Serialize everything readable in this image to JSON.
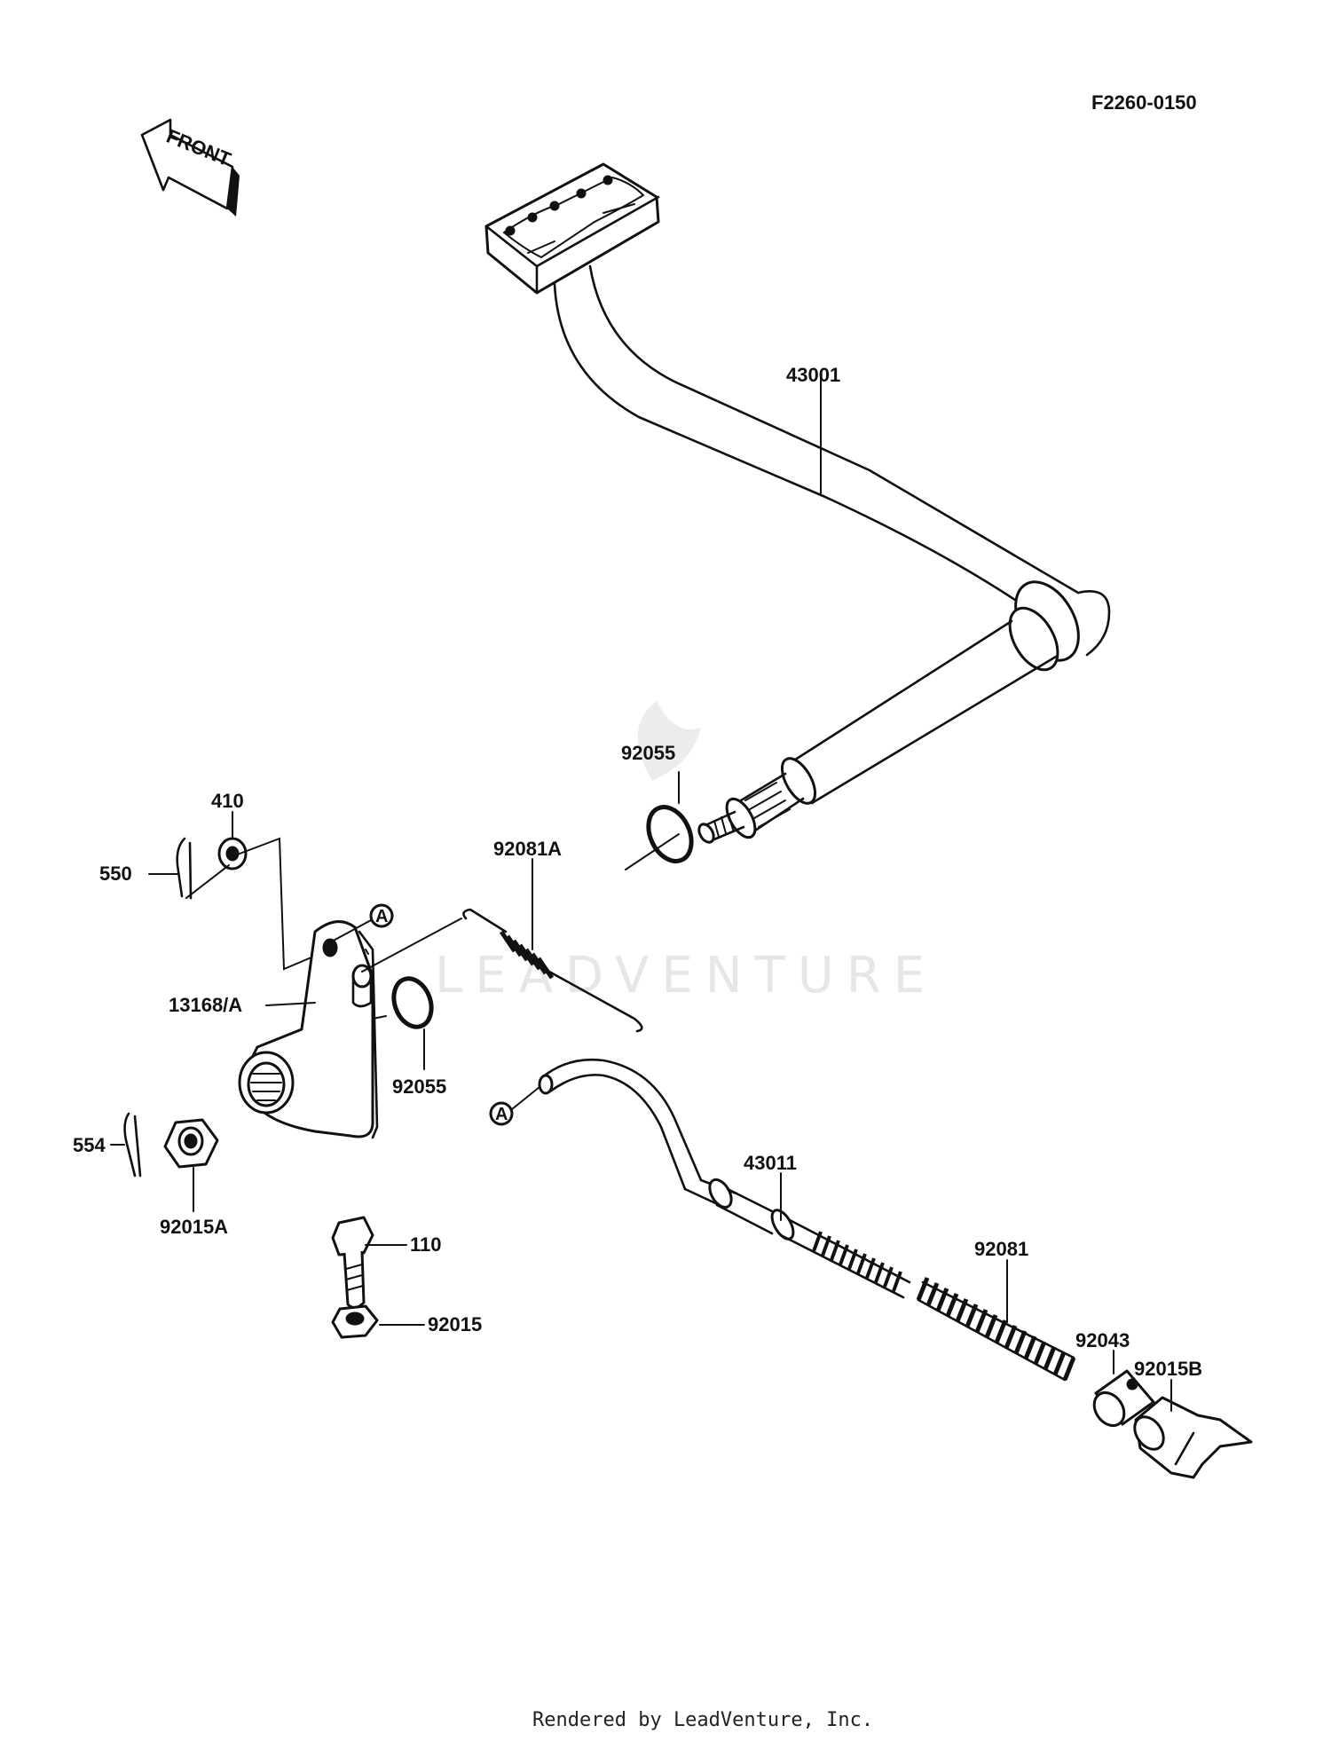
{
  "diagram_code": "F2260-0150",
  "direction_label": "FRONT",
  "watermark": "LEADVENTURE",
  "footer": "Rendered by LeadVenture, Inc.",
  "ref_marker": "A",
  "parts": {
    "pedal_43001": "43001",
    "oring_92055_upper": "92055",
    "washer_410": "410",
    "cotter_pin_550": "550",
    "spring_92081A": "92081A",
    "lever_13168A": "13168/A",
    "oring_92055_lower": "92055",
    "cotter_pin_554": "554",
    "nut_92015A": "92015A",
    "rod_43011": "43011",
    "bolt_110": "110",
    "nut_92015": "92015",
    "spring_92081": "92081",
    "collar_92043": "92043",
    "nut_92015B": "92015B"
  }
}
